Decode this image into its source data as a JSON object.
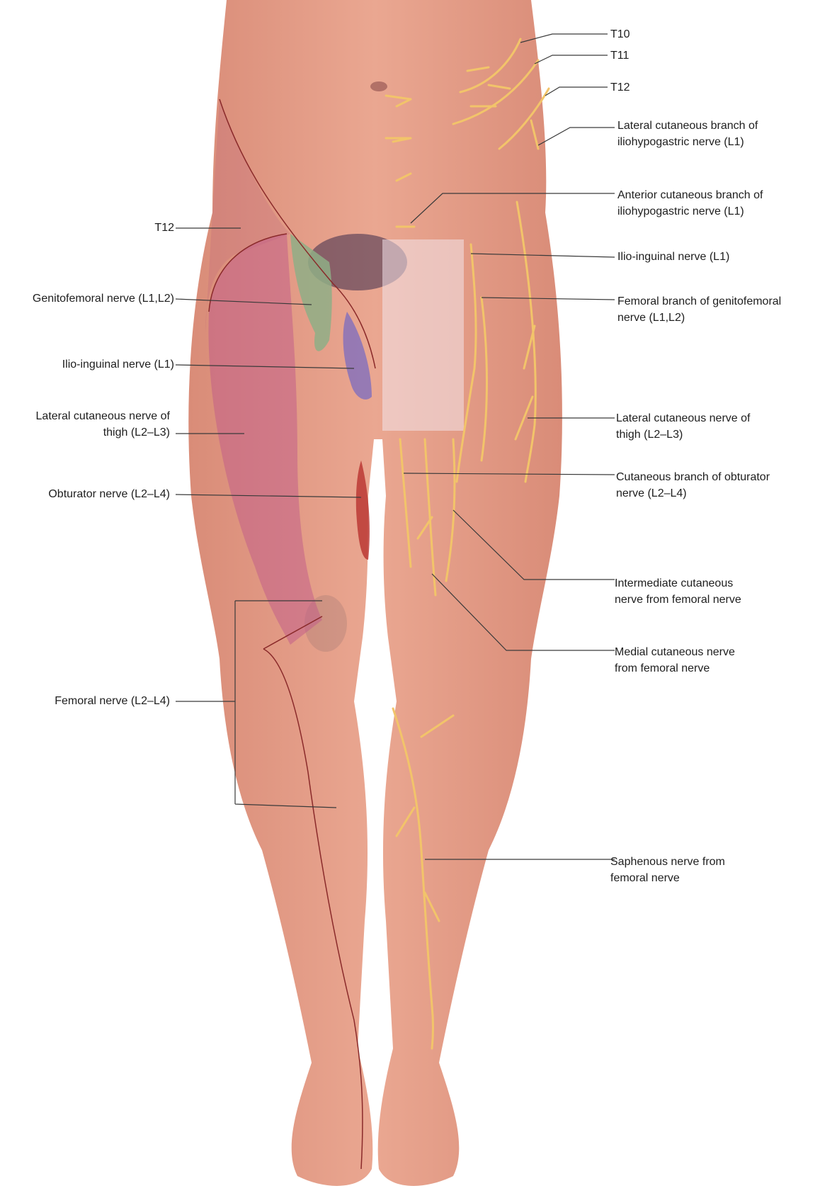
{
  "colors": {
    "skin": "#e7a38c",
    "skin_shadow": "#c98570",
    "nerve": "#f2c46a",
    "leader": "#3a3a3a",
    "zone_lateral_thigh": "#c05a8a",
    "zone_genitofemoral": "#8fae86",
    "zone_ilioinguinal": "#6a62c8",
    "zone_obturator": "#b8322e",
    "zone_border": "#8a2a2a"
  },
  "labels_left": {
    "t12": "T12",
    "genitofemoral": "Genitofemoral nerve (L1,L2)",
    "ilioinguinal": "Ilio-inguinal nerve (L1)",
    "lateral_thigh_1": "Lateral cutaneous nerve of",
    "lateral_thigh_2": "thigh (L2–L3)",
    "obturator": "Obturator nerve (L2–L4)",
    "femoral": "Femoral nerve (L2–L4)"
  },
  "labels_right": {
    "t10": "T10",
    "t11": "T11",
    "t12": "T12",
    "lat_iliohypo_1": "Lateral cutaneous branch of",
    "lat_iliohypo_2": "iliohypogastric nerve (L1)",
    "ant_iliohypo_1": "Anterior cutaneous branch of",
    "ant_iliohypo_2": "iliohypogastric nerve (L1)",
    "ilioinguinal": "Ilio-inguinal nerve (L1)",
    "femoral_branch_1": "Femoral branch of genitofemoral",
    "femoral_branch_2": "nerve (L1,L2)",
    "lateral_thigh_1": "Lateral cutaneous nerve of",
    "lateral_thigh_2": "thigh (L2–L3)",
    "obturator_branch_1": "Cutaneous branch of obturator",
    "obturator_branch_2": "nerve (L2–L4)",
    "intermediate_1": "Intermediate cutaneous",
    "intermediate_2": "nerve from femoral nerve",
    "medial_1": "Medial cutaneous nerve",
    "medial_2": "from femoral nerve",
    "saphenous_1": "Saphenous nerve from",
    "saphenous_2": "femoral nerve"
  }
}
